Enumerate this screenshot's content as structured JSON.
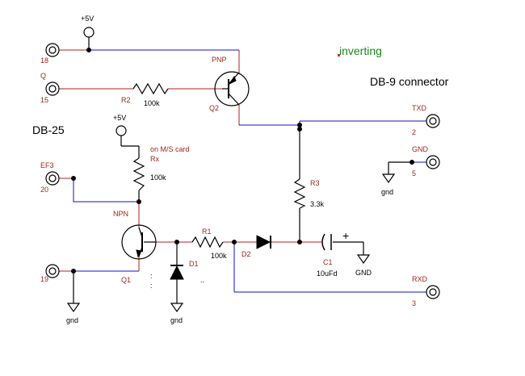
{
  "colors": {
    "wire_red": "#b22222",
    "wire_blue": "#1010cc",
    "label_red": "#a0261c",
    "text_black": "#000000",
    "note_green": "#1a8a1a"
  },
  "notes": {
    "inverting": "inverting",
    "db9": "DB-9 connector",
    "db25": "DB-25",
    "ms_card_line1": "on M/S card",
    "ms_card_line2": "Rx"
  },
  "supplies": {
    "top_5v": "+5V",
    "mid_5v": "+5V"
  },
  "db25_pins": {
    "pin18": "18",
    "pin15_name": "Q",
    "pin15": "15",
    "pin20_name": "EF3",
    "pin20": "20",
    "pin19": "19"
  },
  "db9_pins": {
    "txd_name": "TXD",
    "txd": "2",
    "gnd_name": "GND",
    "gnd": "5",
    "rxd_name": "RXD",
    "rxd": "3"
  },
  "components": {
    "q2_type": "PNP",
    "q2": "Q2",
    "r2": "R2",
    "r2_val": "100k",
    "rx_val": "100k",
    "q1_type": "NPN",
    "q1": "Q1",
    "r1": "R1",
    "r1_val": "100k",
    "d1": "D1",
    "d2": "D2",
    "r3": "R3",
    "r3_val": "3.3k",
    "c1": "C1",
    "c1_val": "10uFd",
    "c1_plus": "+"
  },
  "grounds": {
    "gnd1": "gnd",
    "gnd2": "gnd",
    "gnd3": "gnd",
    "gnd4": "GND"
  },
  "dots": {
    "q1_dots": ":",
    "d1_dots": ":",
    "d1_dots2": ".."
  }
}
